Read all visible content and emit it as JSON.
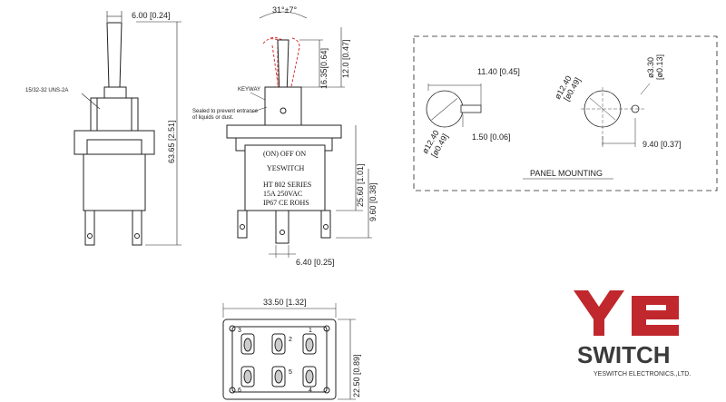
{
  "front_view": {
    "dim_top_width": "6.00 [0.24]",
    "dim_thread": "15/32-32 UNS-2A",
    "dim_height": "63.65 [2.51]"
  },
  "side_view": {
    "dim_angle": "31°±7°",
    "dim_16": "16.35[0.64]",
    "dim_12": "12.0 [0.47]",
    "label_keyway": "KEYWAY",
    "label_sealed_1": "Sealed to prevent entrance",
    "label_sealed_2": "of liquids or dust.",
    "body_line1": "(ON) OFF ON",
    "body_line2": "YESWITCH",
    "body_line3": "HT 802 SERIES",
    "body_line4": "15A    250VAC",
    "body_line5": "IP67 CE ROHS",
    "dim_25": "25.60 [1.01]",
    "dim_9": "9.60 [0.38]",
    "dim_6": "6.40 [0.25]"
  },
  "panel": {
    "title": "PANEL MOUNTING",
    "dim_11": "11.40 [0.45]",
    "dim_dia_left_1": "ø12.40",
    "dim_dia_left_2": "[ø0.49]",
    "dim_1_5": "1.50 [0.06]",
    "dim_dia_right_1": "ø12.40",
    "dim_dia_right_2": "[ø0.49]",
    "dim_3_3_1": "ø3.30",
    "dim_3_3_2": "[ø0.13]",
    "dim_9_4": "9.40 [0.37]"
  },
  "bottom_view": {
    "dim_width": "33.50 [1.32]",
    "dim_height": "22.50 [0.89]",
    "pins": [
      "1",
      "2",
      "3",
      "4",
      "5",
      "6"
    ]
  },
  "brand": {
    "logo_text": "SWITCH",
    "company": "YESWITCH ELECTRONICS.,LTD.",
    "accent": "#c0282d"
  }
}
